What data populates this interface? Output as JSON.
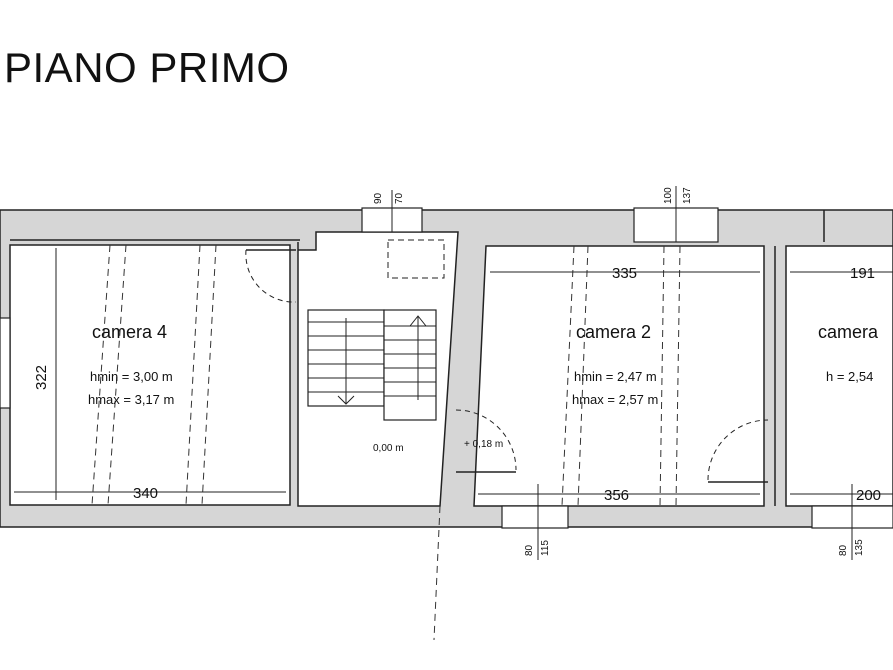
{
  "title": "PIANO PRIMO",
  "rooms": [
    {
      "name": "camera 4",
      "hmin": "hmin = 3,00 m",
      "hmax": "hmax = 3,17 m",
      "height_dim": "322",
      "width_dim": "340"
    },
    {
      "name": "camera 2",
      "hmin": "hmin = 2,47 m",
      "hmax": "hmax = 2,57 m",
      "top_dim": "335",
      "bottom_dim": "356"
    },
    {
      "name": "camera",
      "h": "h = 2,54",
      "top_dim": "191",
      "bottom_dim": "200"
    }
  ],
  "levels": {
    "stair": "0,00 m",
    "landing": "+ 0,18 m"
  },
  "windows": {
    "top_left": [
      "90",
      "70"
    ],
    "top_mid": [
      "100",
      "137"
    ],
    "bottom_mid": [
      "80",
      "115"
    ],
    "bottom_right": [
      "80",
      "135"
    ]
  }
}
